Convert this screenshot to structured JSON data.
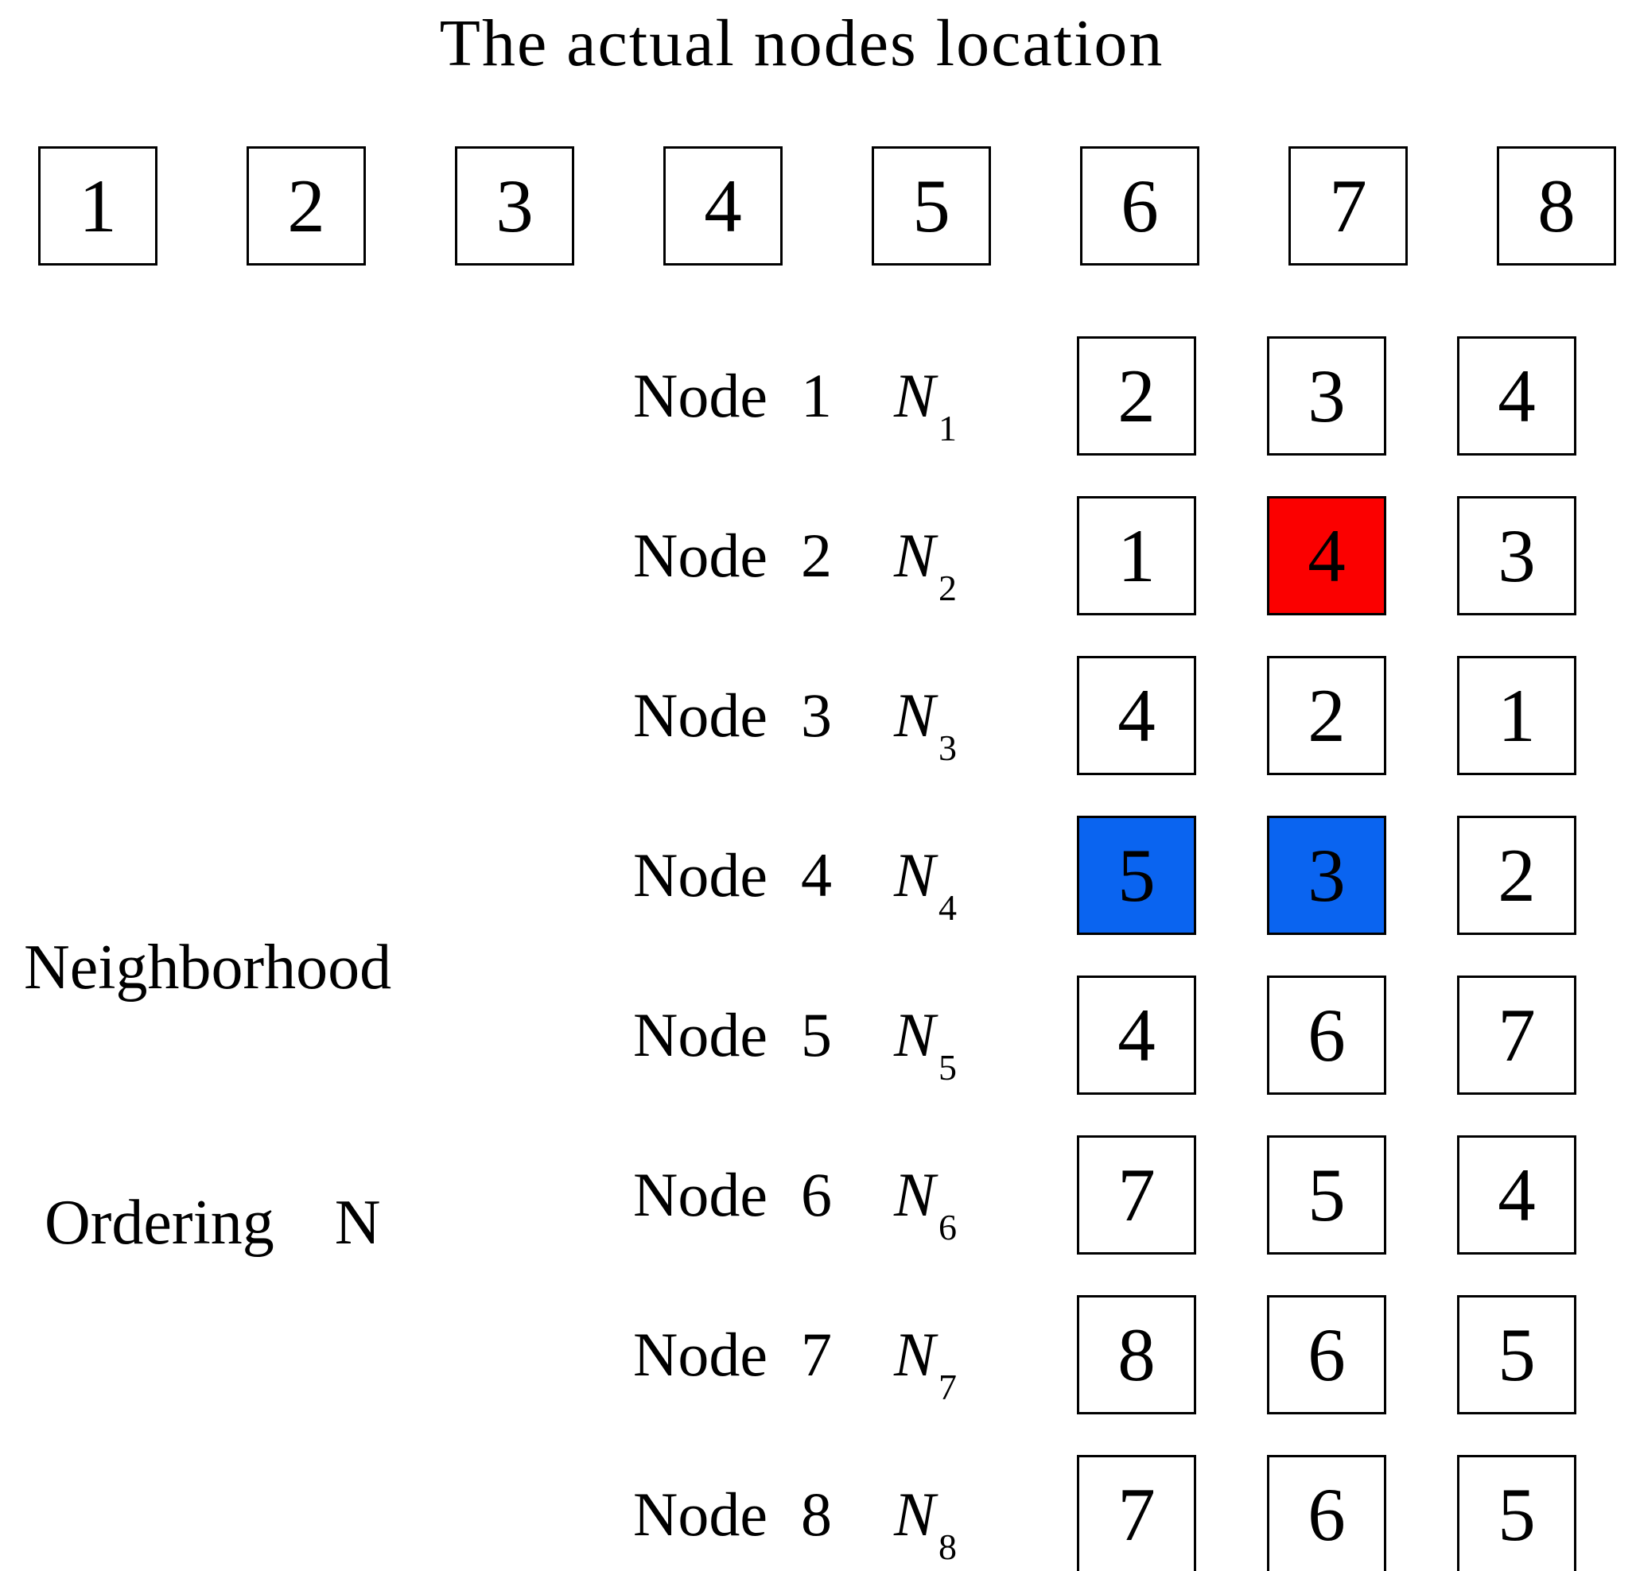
{
  "title": "The actual nodes location",
  "top_row": [
    "1",
    "2",
    "3",
    "4",
    "5",
    "6",
    "7",
    "8"
  ],
  "side_label": {
    "line1": "Neighborhood",
    "line2_word": "Ordering",
    "line2_symbol": "N"
  },
  "rows": [
    {
      "node_word": "Node",
      "node_number": "1",
      "symbol_letter": "N",
      "symbol_subscript": "1",
      "cells": [
        {
          "value": "2",
          "color": "none"
        },
        {
          "value": "3",
          "color": "none"
        },
        {
          "value": "4",
          "color": "none"
        }
      ]
    },
    {
      "node_word": "Node",
      "node_number": "2",
      "symbol_letter": "N",
      "symbol_subscript": "2",
      "cells": [
        {
          "value": "1",
          "color": "none"
        },
        {
          "value": "4",
          "color": "red"
        },
        {
          "value": "3",
          "color": "none"
        }
      ]
    },
    {
      "node_word": "Node",
      "node_number": "3",
      "symbol_letter": "N",
      "symbol_subscript": "3",
      "cells": [
        {
          "value": "4",
          "color": "none"
        },
        {
          "value": "2",
          "color": "none"
        },
        {
          "value": "1",
          "color": "none"
        }
      ]
    },
    {
      "node_word": "Node",
      "node_number": "4",
      "symbol_letter": "N",
      "symbol_subscript": "4",
      "cells": [
        {
          "value": "5",
          "color": "blue"
        },
        {
          "value": "3",
          "color": "blue"
        },
        {
          "value": "2",
          "color": "none"
        }
      ]
    },
    {
      "node_word": "Node",
      "node_number": "5",
      "symbol_letter": "N",
      "symbol_subscript": "5",
      "cells": [
        {
          "value": "4",
          "color": "none"
        },
        {
          "value": "6",
          "color": "none"
        },
        {
          "value": "7",
          "color": "none"
        }
      ]
    },
    {
      "node_word": "Node",
      "node_number": "6",
      "symbol_letter": "N",
      "symbol_subscript": "6",
      "cells": [
        {
          "value": "7",
          "color": "none"
        },
        {
          "value": "5",
          "color": "none"
        },
        {
          "value": "4",
          "color": "none"
        }
      ]
    },
    {
      "node_word": "Node",
      "node_number": "7",
      "symbol_letter": "N",
      "symbol_subscript": "7",
      "cells": [
        {
          "value": "8",
          "color": "none"
        },
        {
          "value": "6",
          "color": "none"
        },
        {
          "value": "5",
          "color": "none"
        }
      ]
    },
    {
      "node_word": "Node",
      "node_number": "8",
      "symbol_letter": "N",
      "symbol_subscript": "8",
      "cells": [
        {
          "value": "7",
          "color": "none"
        },
        {
          "value": "6",
          "color": "none"
        },
        {
          "value": "5",
          "color": "none"
        }
      ]
    }
  ],
  "colors": {
    "highlight_red": "#fb0000",
    "highlight_blue": "#0a64f0",
    "box_border": "#000000",
    "background": "#ffffff",
    "text": "#000000"
  }
}
